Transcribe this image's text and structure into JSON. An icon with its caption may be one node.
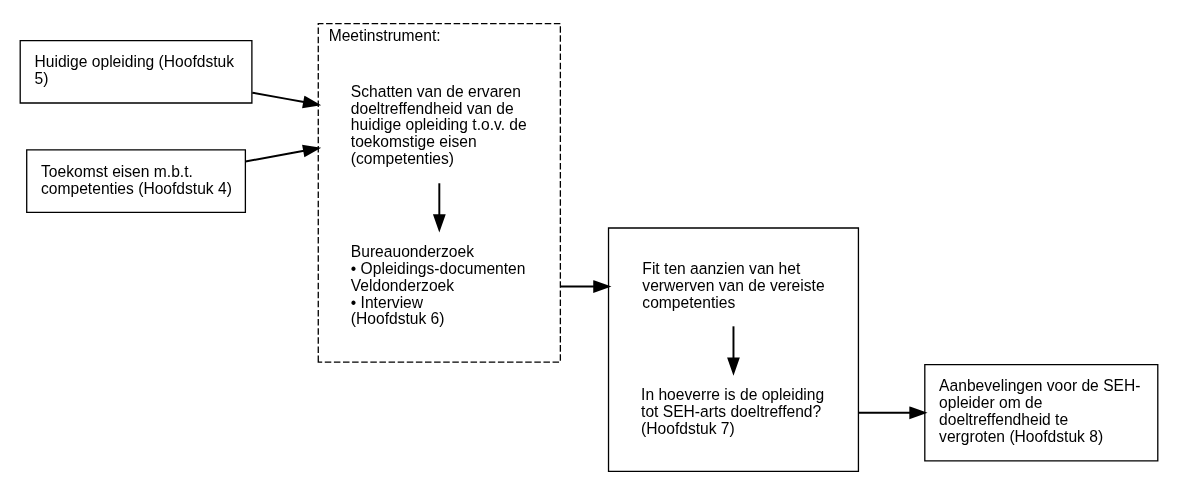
{
  "diagram": {
    "nodes": [
      {
        "text": [
          "Huidige opleiding (Hoofdstuk 5)"
        ]
      },
      {
        "text": [
          "Toekomst eisen m.b.t. competenties (Hoofdstuk 4)"
        ]
      },
      {
        "text": [
          "Meetinstrument:"
        ]
      },
      {
        "text": [
          "Schatten van de ervaren doeltreffendheid van de huidige opleiding t.o.v. de toekomstige eisen (competenties)"
        ],
        "in": 2
      },
      {
        "text": [
          "Bureauonderzoek",
          "• Opleidings-documenten",
          "Veldonderzoek",
          "• Interview",
          "(Hoofdstuk 6)"
        ],
        "in": 2
      },
      {
        "text": [],
        "shape": "box"
      },
      {
        "text": [
          "Fit ten aanzien van het verwerven van de vereiste competenties"
        ],
        "in": 5
      },
      {
        "text": [
          "In hoeverre is de opleiding tot SEH-arts doeltreffend?",
          "(Hoofdstuk 7)"
        ],
        "in": 5
      },
      {
        "text": [
          "Aanbevelingen voor de SEH-opleider om de doeltreffendheid te vergroten (Hoofdstuk 8)"
        ]
      }
    ],
    "edges": [
      {
        "from": 0,
        "to": 2,
        "arrow": "to"
      },
      {
        "from": 1,
        "to": 2,
        "arrow": "to"
      },
      {
        "from": 3,
        "to": 4,
        "arrow": "to"
      },
      {
        "from": 2,
        "to": 5,
        "arrow": "to"
      },
      {
        "from": 6,
        "to": 7,
        "arrow": "to"
      },
      {
        "from": 5,
        "to": 8,
        "arrow": "to"
      }
    ]
  }
}
